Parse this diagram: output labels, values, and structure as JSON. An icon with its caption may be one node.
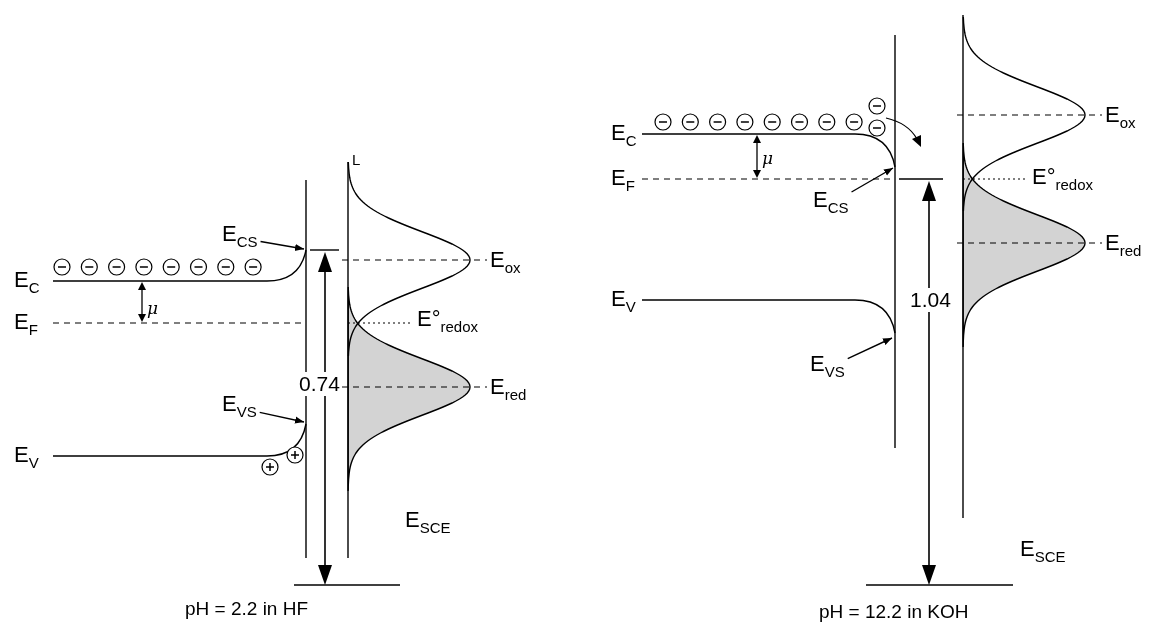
{
  "diagram": {
    "nodes": [
      {
        "text": [
          "E$_{CS}$"
        ]
      },
      {
        "text": [
          "E$_{VS}$"
        ]
      },
      {
        "text": [
          "E$_{CS}$"
        ]
      },
      {
        "text": [
          "E$_{VS}$"
        ]
      }
    ],
    "edges": [
      {
        "from": 0,
        "to": null,
        "arrow": "to"
      },
      {
        "from": 1,
        "to": null,
        "arrow": "to"
      },
      {
        "from": 2,
        "to": null,
        "arrow": "to"
      },
      {
        "from": 3,
        "to": null,
        "arrow": "to"
      }
    ],
    "labels": [
      "L",
      "E$_{C}$",
      "E$_{ox}$",
      "μ",
      "E$_{F}$",
      "E°$_{redox}$",
      "0.74",
      "E$_{red}$",
      "E$_{V}$",
      "E$_{SCE}$",
      "pH = 2.2 in HF",
      "E$_{C}$",
      "μ",
      "E$_{F}$",
      "E$_{ox}$",
      "E°$_{redox}$",
      "E$_{red}$",
      "E$_{V}$",
      "1.04",
      "E$_{SCE}$",
      "pH = 12.2 in KOH"
    ]
  }
}
